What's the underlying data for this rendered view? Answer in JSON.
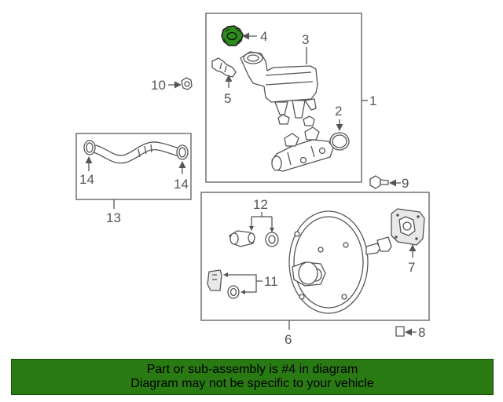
{
  "diagram": {
    "callouts": {
      "c1": "1",
      "c2": "2",
      "c3": "3",
      "c4": "4",
      "c5": "5",
      "c6": "6",
      "c7": "7",
      "c8": "8",
      "c9": "9",
      "c10": "10",
      "c11": "11",
      "c12": "12",
      "c13": "13",
      "c14a": "14",
      "c14b": "14"
    },
    "highlighted_part": "4",
    "highlight_color": "#2e8b1e"
  },
  "banner": {
    "line1": "Part or sub-assembly is #4 in diagram",
    "line2": "Diagram may not be specific to your vehicle",
    "background": "#2a7a14"
  }
}
